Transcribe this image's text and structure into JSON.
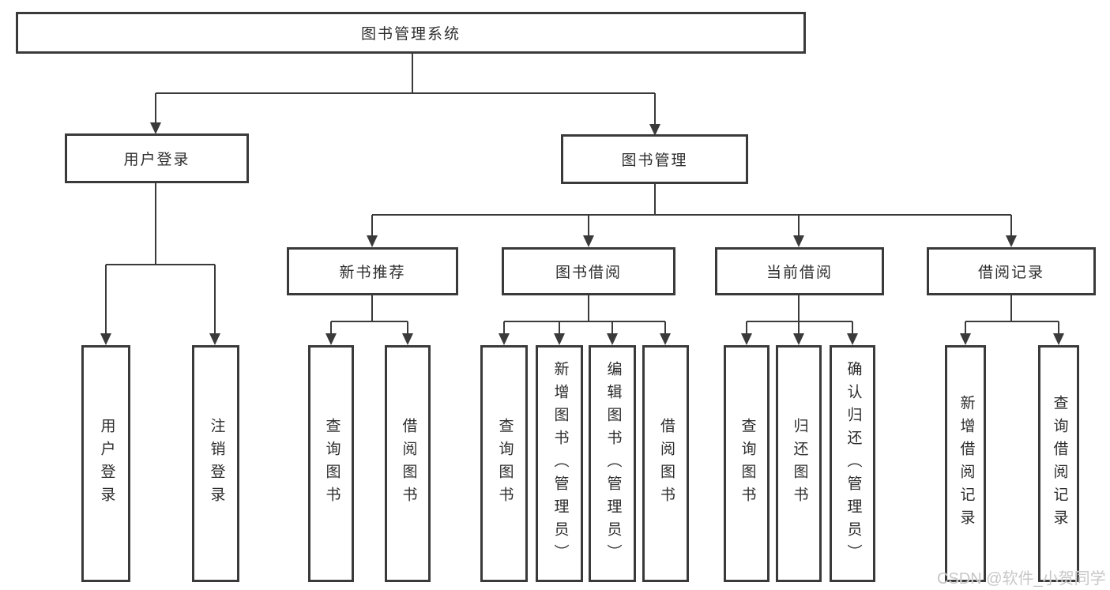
{
  "diagram": {
    "root": {
      "label": "图书管理系统"
    },
    "level2": [
      {
        "label": "用户登录"
      },
      {
        "label": "图书管理"
      }
    ],
    "level3": [
      {
        "label": "新书推荐"
      },
      {
        "label": "图书借阅"
      },
      {
        "label": "当前借阅"
      },
      {
        "label": "借阅记录"
      }
    ],
    "leaves": [
      {
        "label": "用户登录"
      },
      {
        "label": "注销登录"
      },
      {
        "label": "查询图书"
      },
      {
        "label": "借阅图书"
      },
      {
        "label": "查询图书"
      },
      {
        "label": "新增图书（管理员）"
      },
      {
        "label": "编辑图书（管理员）"
      },
      {
        "label": "借阅图书"
      },
      {
        "label": "查询图书"
      },
      {
        "label": "归还图书"
      },
      {
        "label": "确认归还（管理员）"
      },
      {
        "label": "新增借阅记录"
      },
      {
        "label": "查询借阅记录"
      }
    ]
  },
  "watermark": {
    "text": "CSDN @软件_小贺同学"
  },
  "colors": {
    "line": "#3a3a3a",
    "text": "#2d2d2d",
    "watermark": "#c7c7c7",
    "background": "#ffffff"
  }
}
